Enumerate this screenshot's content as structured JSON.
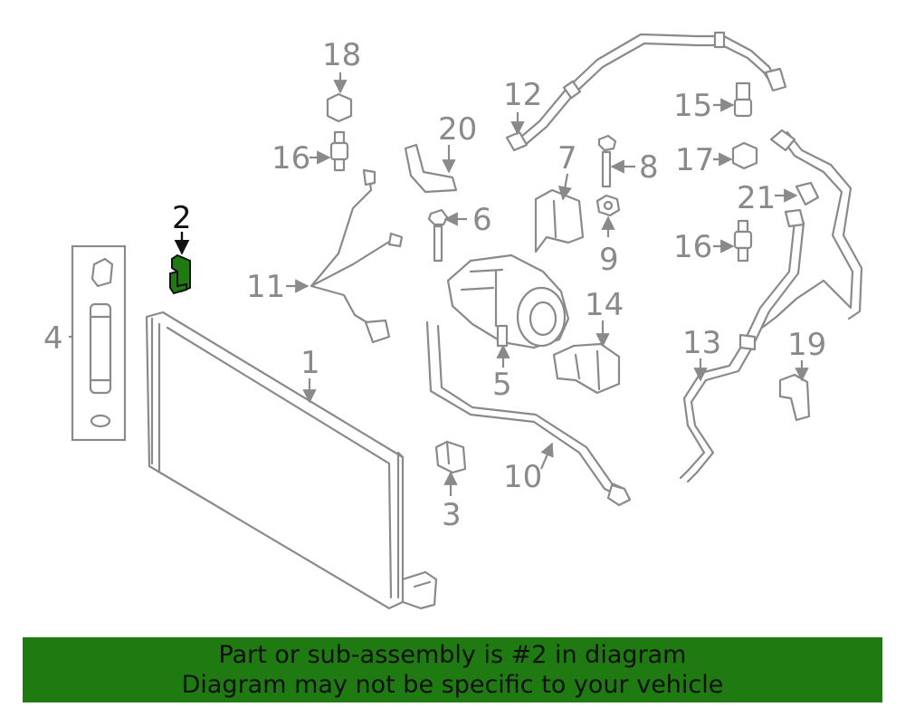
{
  "colors": {
    "highlight": "#1f7a12",
    "part_line": "#8a8a8a",
    "banner_bg": "#1f7a12"
  },
  "highlighted_part": "2",
  "labels": [
    "1",
    "2",
    "3",
    "4",
    "5",
    "6",
    "7",
    "8",
    "9",
    "10",
    "11",
    "12",
    "13",
    "14",
    "15",
    "16",
    "16",
    "17",
    "18",
    "19",
    "20",
    "21"
  ],
  "banner": {
    "line1": "Part or sub-assembly is #2 in diagram",
    "line2": "Diagram may not be specific to your vehicle"
  }
}
